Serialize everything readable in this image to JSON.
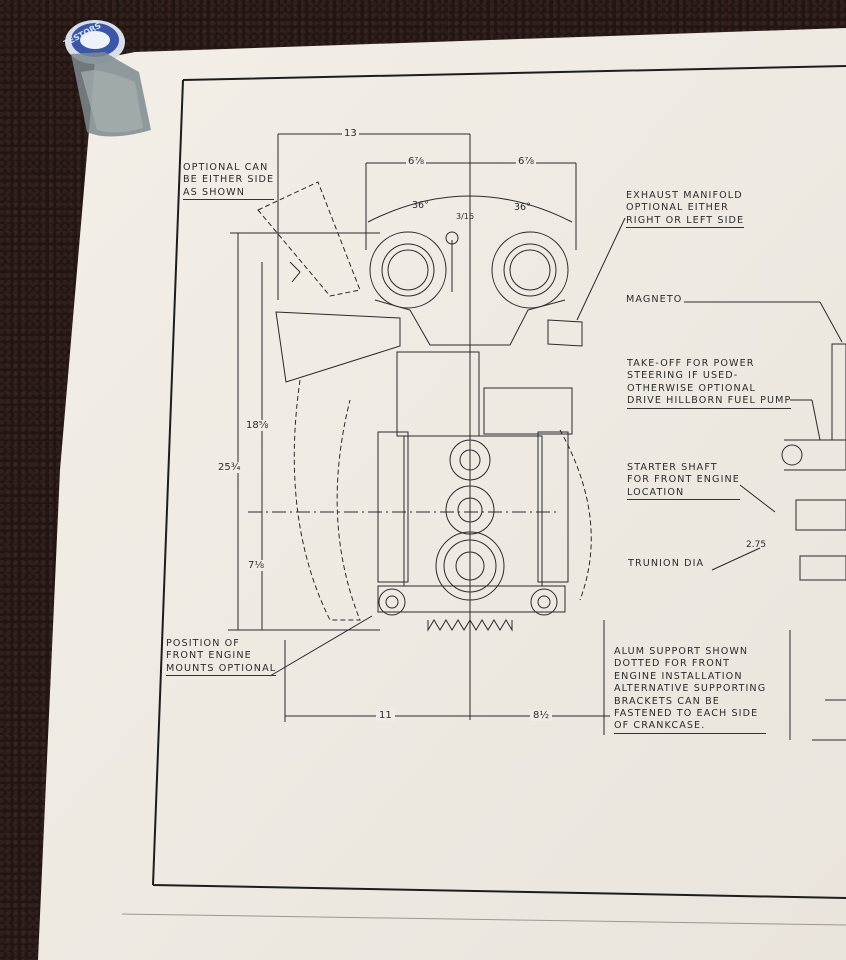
{
  "bottle": {
    "cap_text": "TESTORS"
  },
  "callouts": {
    "optional_can": "OPTIONAL CAN\nBE EITHER SIDE\nAS SHOWN",
    "exhaust": "EXHAUST MANIFOLD\nOPTIONAL EITHER\nRIGHT OR LEFT SIDE",
    "magneto": "MAGNETO",
    "takeoff": "TAKE-OFF FOR POWER\nSTEERING IF USED-\nOTHERWISE OPTIONAL\nDRIVE HILLBORN FUEL PUMP",
    "starter": "STARTER SHAFT\nFOR FRONT ENGINE\nLOCATION",
    "trunion": "TRUNION DIA",
    "trunion_value": "2.75",
    "position": "POSITION OF\nFRONT ENGINE\nMOUNTS OPTIONAL",
    "alum": "ALUM SUPPORT SHOWN\nDOTTED FOR FRONT\nENGINE INSTALLATION\nALTERNATIVE SUPPORTING\nBRACKETS CAN BE\nFASTENED TO EACH SIDE\nOF CRANKCASE."
  },
  "dimensions": {
    "top_width": "13",
    "left_half": "6⅞",
    "right_half": "6⅞",
    "angle_left": "36°",
    "angle_right": "36°",
    "small_frac": "3/16",
    "height_total": "25¾",
    "height_mid": "18⅝",
    "height_low": "7⅛",
    "bottom_left": "11",
    "bottom_right": "8½"
  }
}
